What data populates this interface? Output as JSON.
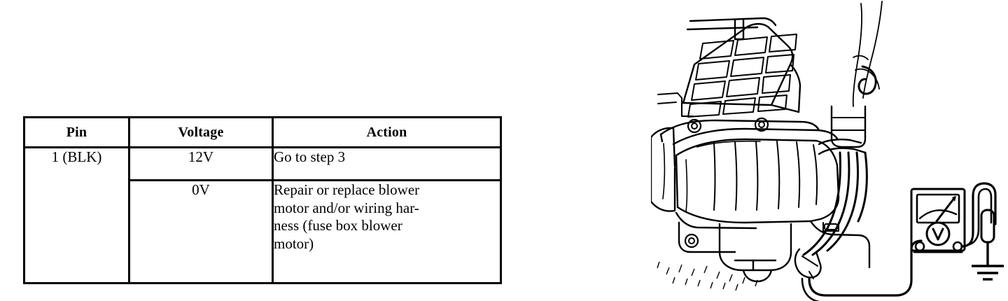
{
  "table": {
    "headers": [
      "Pin",
      "Voltage",
      "Action"
    ],
    "rows": [
      {
        "pin": "1 (BLK)",
        "voltage": "12V",
        "action": "Go to step 3"
      },
      {
        "pin": "",
        "voltage": "0V",
        "action": "Repair or replace blower motor and/or wiring har-ness (fuse box blower motor)"
      }
    ],
    "cells": {
      "pin_merged": "1 (BLK)",
      "voltage_1": "12V",
      "voltage_2": "0V",
      "action_1": "Go to step 3",
      "action_2_line1": "Repair or replace blower",
      "action_2_line2": "motor and/or wiring har-",
      "action_2_line3": "ness (fuse box blower",
      "action_2_line4": "motor)"
    }
  },
  "illustration": {
    "name": "blower-motor-voltmeter-test-diagram",
    "components": [
      "hvac-blower-housing",
      "vent-grille-panel",
      "blower-motor-case",
      "wiring-harness",
      "electrical-connector",
      "mounting-bolts",
      "analog-voltmeter",
      "test-probe",
      "ground-symbol"
    ],
    "meter_symbol": "V"
  },
  "colors": {
    "ink": "#000000",
    "background": "#ffffff"
  }
}
